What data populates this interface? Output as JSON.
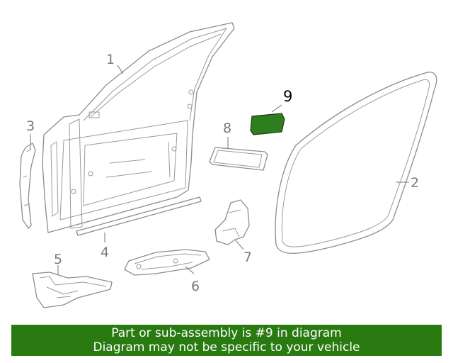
{
  "colors": {
    "highlight": "#2e7d1e",
    "banner": "#2a7a12",
    "line": "#8c8c8c",
    "callout_text": "#7a7a7a",
    "highlight_text": "#000000"
  },
  "callouts": [
    "1",
    "2",
    "3",
    "4",
    "5",
    "6",
    "7",
    "8",
    "9"
  ],
  "highlighted_part": "9",
  "banner": {
    "line1": "Part or sub-assembly is #9 in diagram",
    "line2": "Diagram may not be specific to your vehicle"
  }
}
